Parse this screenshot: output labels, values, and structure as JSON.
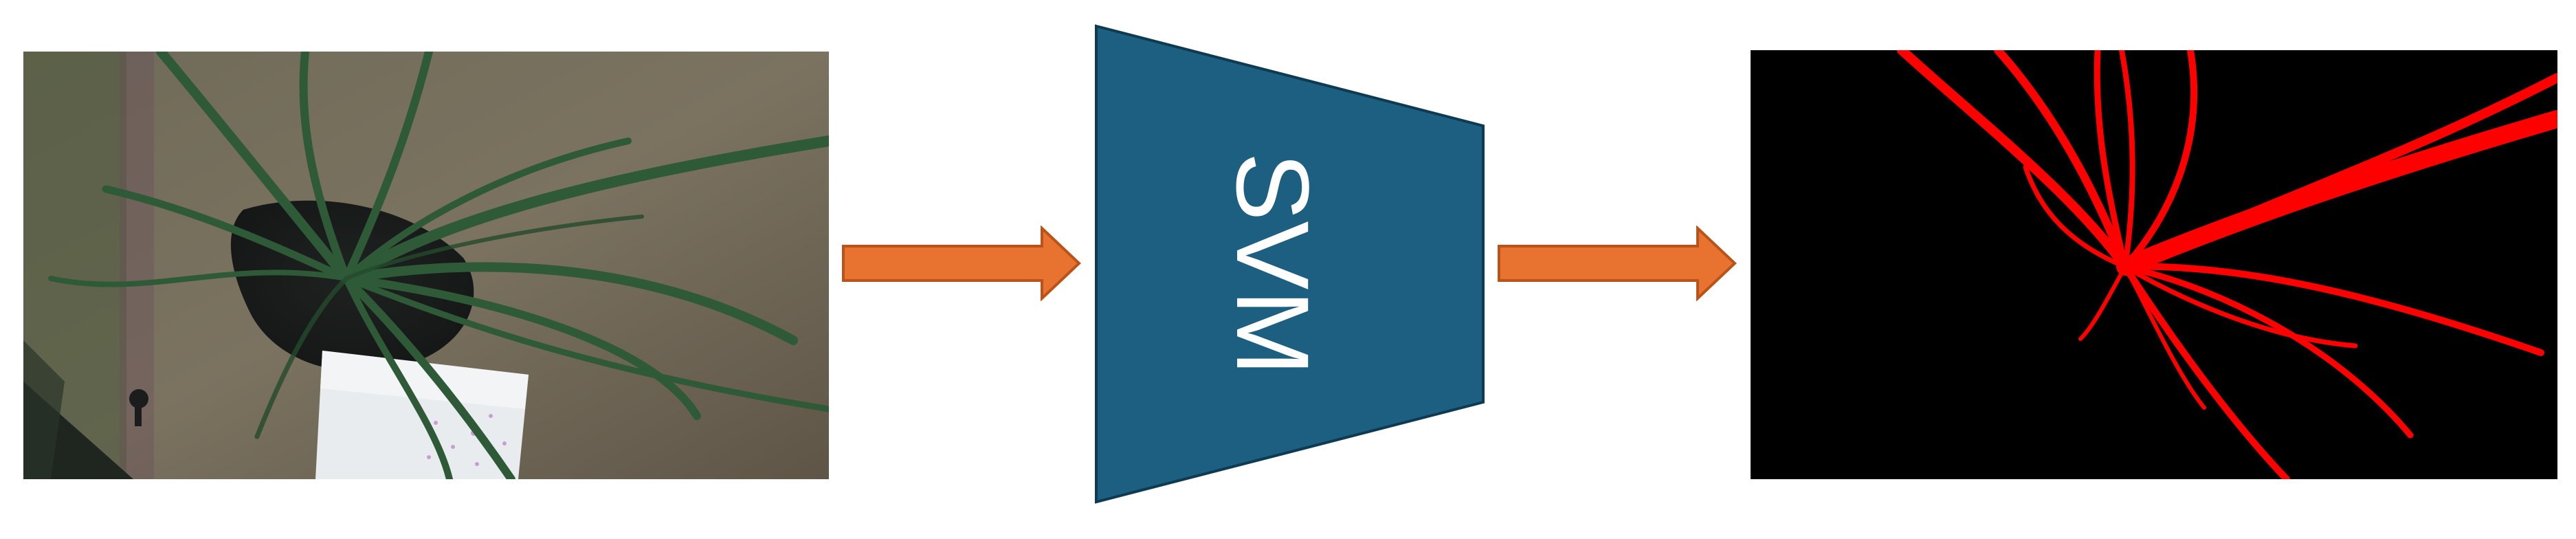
{
  "model": {
    "label": "SVM",
    "fill_color": "#1c5f80",
    "stroke_color": "#0e3a52",
    "text_color": "#ffffff"
  },
  "arrows": {
    "fill_color": "#e8722f",
    "stroke_color": "#b9531a"
  },
  "input_image": {
    "description_icon": "plant-photo-image"
  },
  "output_image": {
    "mask_color": "#ff0000",
    "background_color": "#000000",
    "description_icon": "segmentation-mask-image"
  }
}
